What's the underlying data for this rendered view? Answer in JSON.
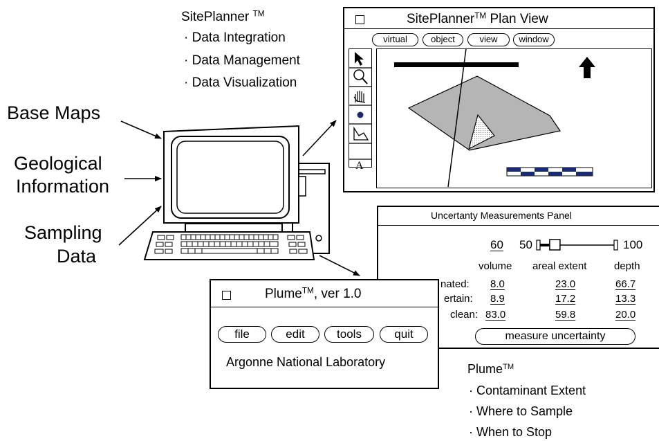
{
  "siteplanner_features": {
    "title": "SitePlanner",
    "tm": "TM",
    "items": [
      "· Data Integration",
      "· Data Management",
      "· Data Visualization"
    ]
  },
  "inputs": {
    "base_maps": "Base Maps",
    "geological_line1": "Geological",
    "geological_line2": "Information",
    "sampling_line1": "Sampling",
    "sampling_line2": "Data"
  },
  "plan_view": {
    "title_main": "SitePlanner",
    "title_tm": "TM",
    "title_rest": " Plan View",
    "menu": [
      "virtual",
      "object",
      "view",
      "window"
    ],
    "text_tool": "A"
  },
  "uncertainty_panel": {
    "title": "Uncertanty Measurements Panel",
    "slider_value": "60",
    "slider_min": "50",
    "slider_max": "100",
    "slider_fraction": 0.2,
    "columns": [
      "volume",
      "areal extent",
      "depth"
    ],
    "rows": [
      {
        "label": "nated:",
        "values": [
          "8.0",
          "23.0",
          "66.7"
        ]
      },
      {
        "label": "ertain:",
        "values": [
          "8.9",
          "17.2",
          "13.3"
        ]
      },
      {
        "label": "clean:",
        "values": [
          "83.0",
          "59.8",
          "20.0"
        ]
      }
    ],
    "button": "measure uncertainty"
  },
  "plume_window": {
    "title_main": "Plume",
    "title_tm": "TM",
    "title_rest": ", ver 1.0",
    "buttons": [
      "file",
      "edit",
      "tools",
      "quit"
    ],
    "org": "Argonne National Laboratory"
  },
  "plume_features": {
    "title": "Plume",
    "tm": "TM",
    "items": [
      "· Contaminant Extent",
      "· Where to Sample",
      "· When to Stop"
    ]
  }
}
